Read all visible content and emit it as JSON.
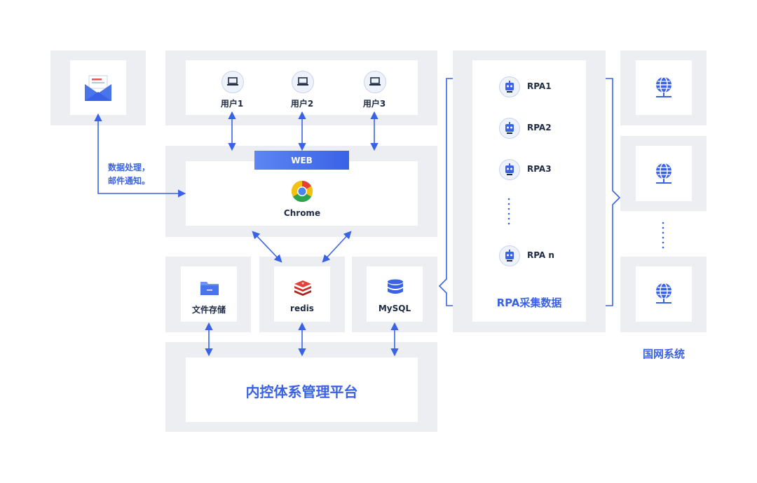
{
  "users": [
    {
      "label": "用户1"
    },
    {
      "label": "用户2"
    },
    {
      "label": "用户3"
    }
  ],
  "web": {
    "bar_label": "WEB",
    "browser_label": "Chrome"
  },
  "annotation": {
    "line1": "数据处理，",
    "line2": "邮件通知。"
  },
  "storage": {
    "file": "文件存储",
    "redis": "redis",
    "mysql": "MySQL"
  },
  "platform": {
    "title": "内控体系管理平台"
  },
  "rpa": {
    "items": [
      "RPA1",
      "RPA2",
      "RPA3",
      "RPA n"
    ],
    "title": "RPA采集数据"
  },
  "grid": {
    "title": "国网系统"
  },
  "icons": {
    "mail": "mail-envelope-icon",
    "user": "laptop-user-icon",
    "browser": "chrome-icon",
    "folder": "folder-icon",
    "redis": "redis-icon",
    "database": "database-icon",
    "robot": "robot-icon",
    "globe": "globe-network-icon"
  },
  "colors": {
    "accent": "#3a62e6",
    "panel": "#eceef1",
    "text": "#1f2a44"
  }
}
